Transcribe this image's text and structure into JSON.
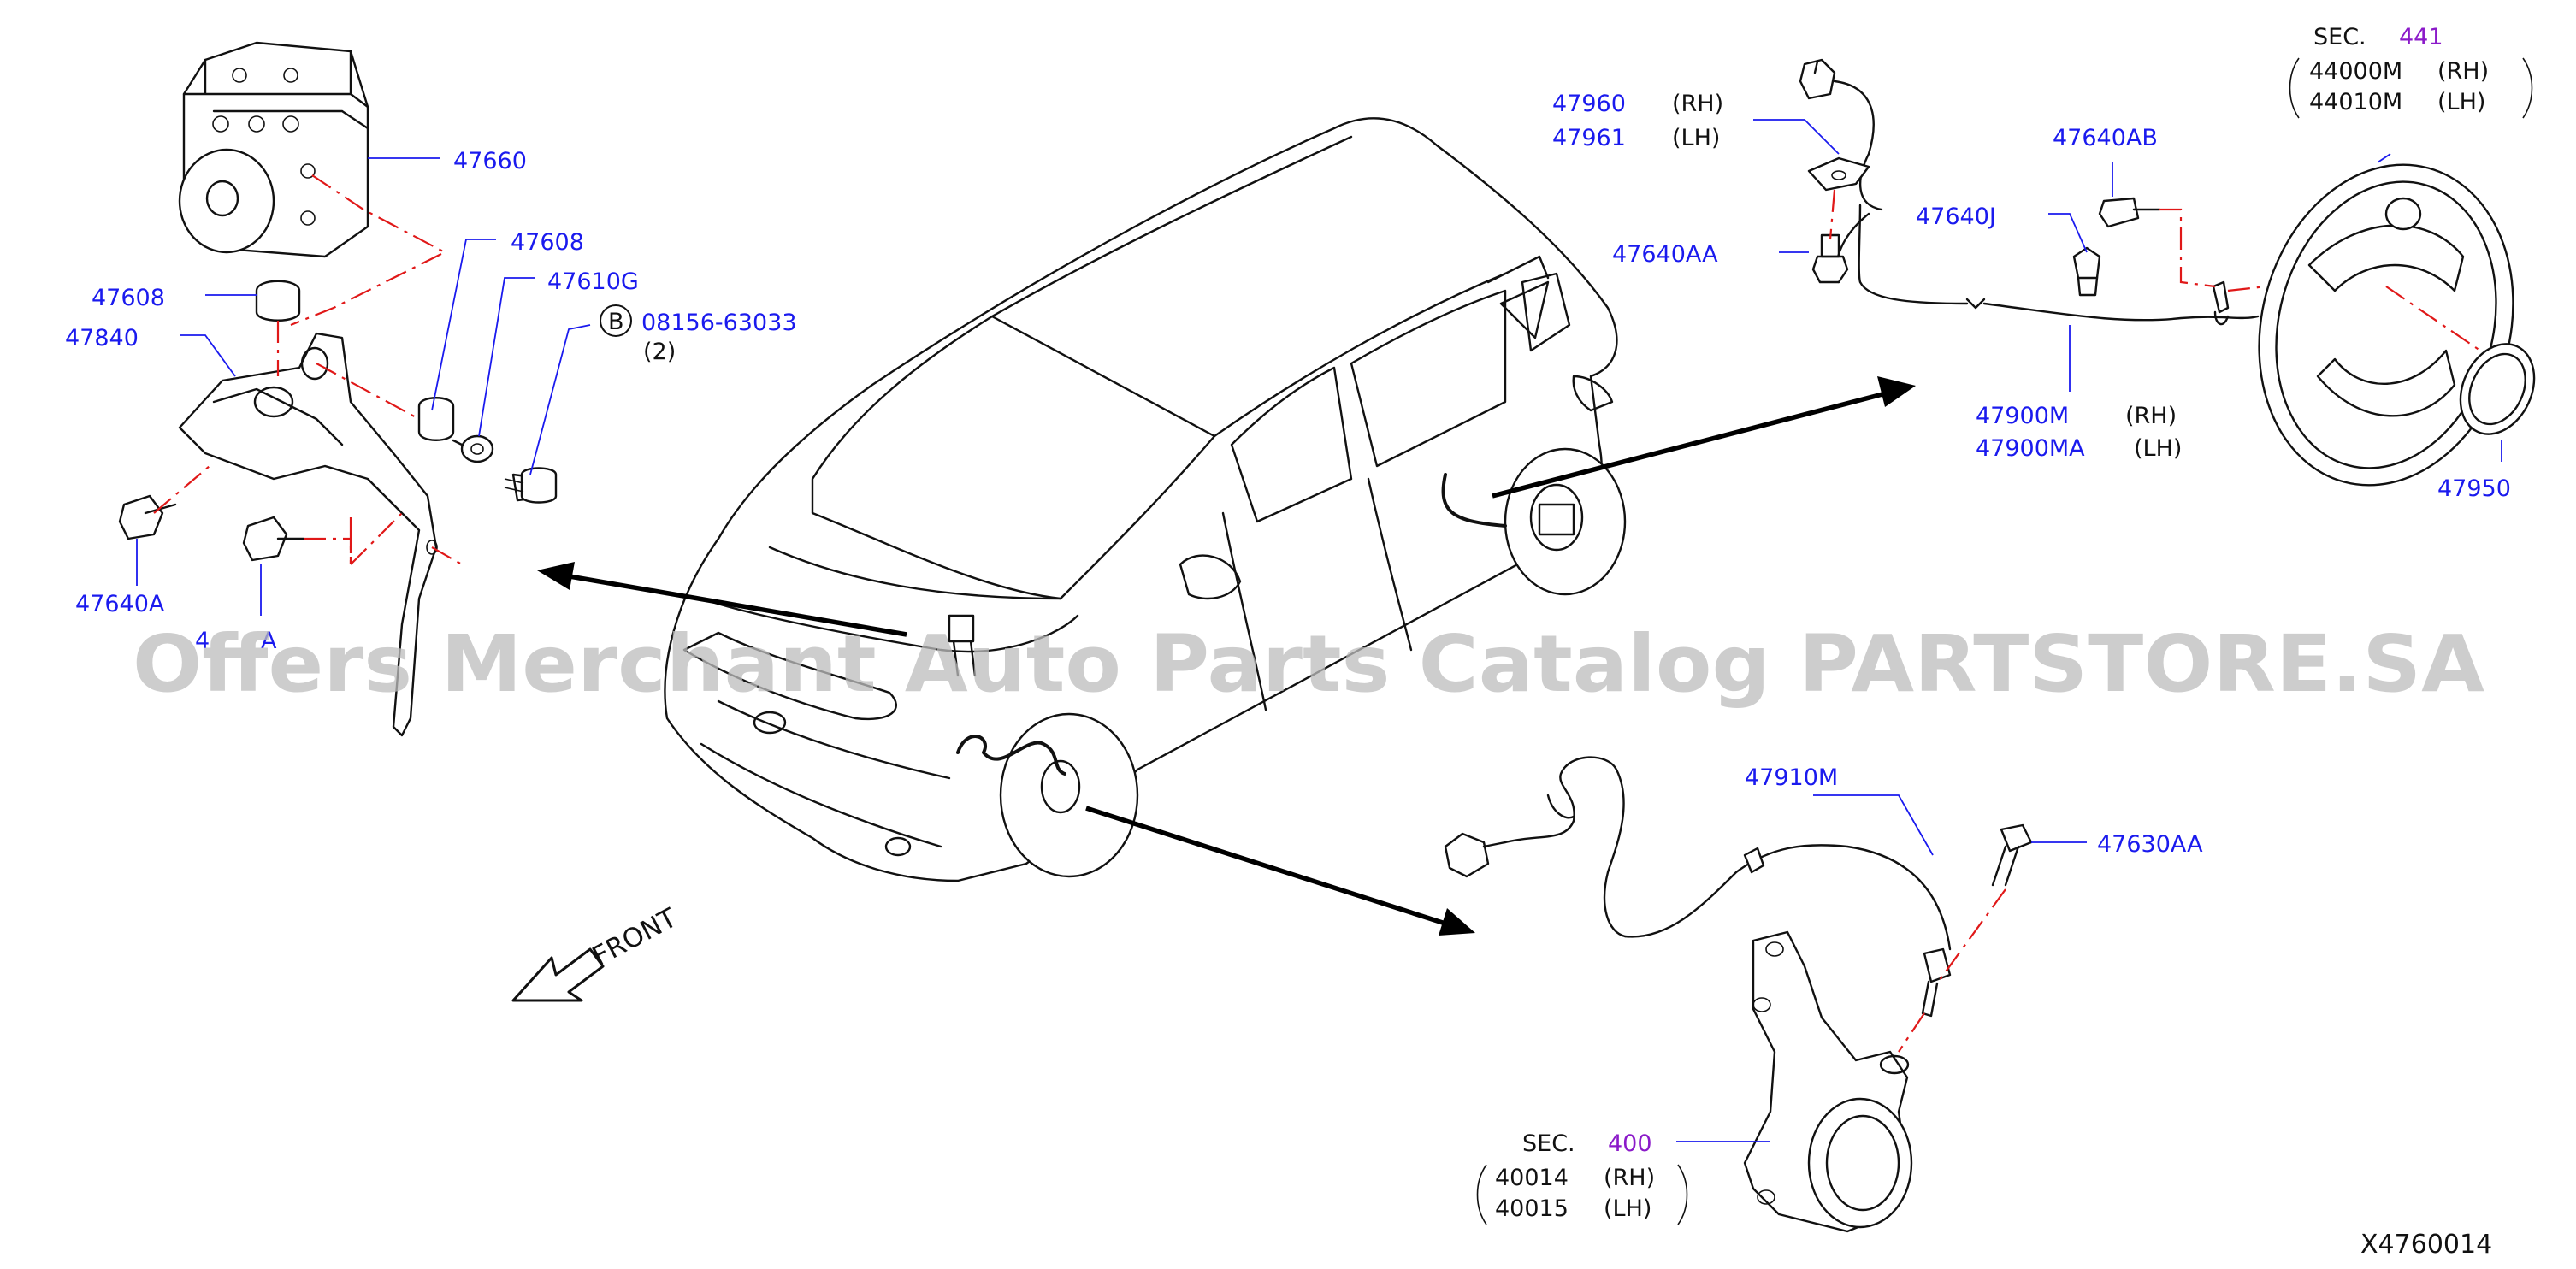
{
  "watermark": "Offers Merchant Auto Parts Catalog PARTSTORE.SA",
  "diagram_code": "X4760014",
  "front_label": "FRONT",
  "colors": {
    "part_number": "#1a1aee",
    "section_number": "#8b1ac9",
    "text": "#111111",
    "phantom_line": "#e01818",
    "watermark": "#bdbdbd"
  },
  "parts": {
    "p47660": "47660",
    "p47608_right": "47608",
    "p47608_left": "47608",
    "p47610g": "47610G",
    "p47840": "47840",
    "p47640a": "47640A",
    "p476xxa_obscured": "4",
    "p476xxa_obscured_suffix": "A",
    "bolt_circle": "B",
    "bolt_number": "08156-63033",
    "bolt_qty": "(2)",
    "p47960": "47960",
    "p47961": "47961",
    "p47640aa": "47640AA",
    "p47640ab": "47640AB",
    "p47640j": "47640J",
    "p47900m": "47900M",
    "p47900ma": "47900MA",
    "p47950": "47950",
    "p47910m": "47910M",
    "p47630aa": "47630AA"
  },
  "sides": {
    "rh": "(RH)",
    "lh": "(LH)"
  },
  "sections": {
    "rear": {
      "prefix": "SEC.",
      "number": "441",
      "items": [
        "44000M",
        "44010M"
      ]
    },
    "front": {
      "prefix": "SEC.",
      "number": "400",
      "items": [
        "40014",
        "40015"
      ]
    }
  }
}
